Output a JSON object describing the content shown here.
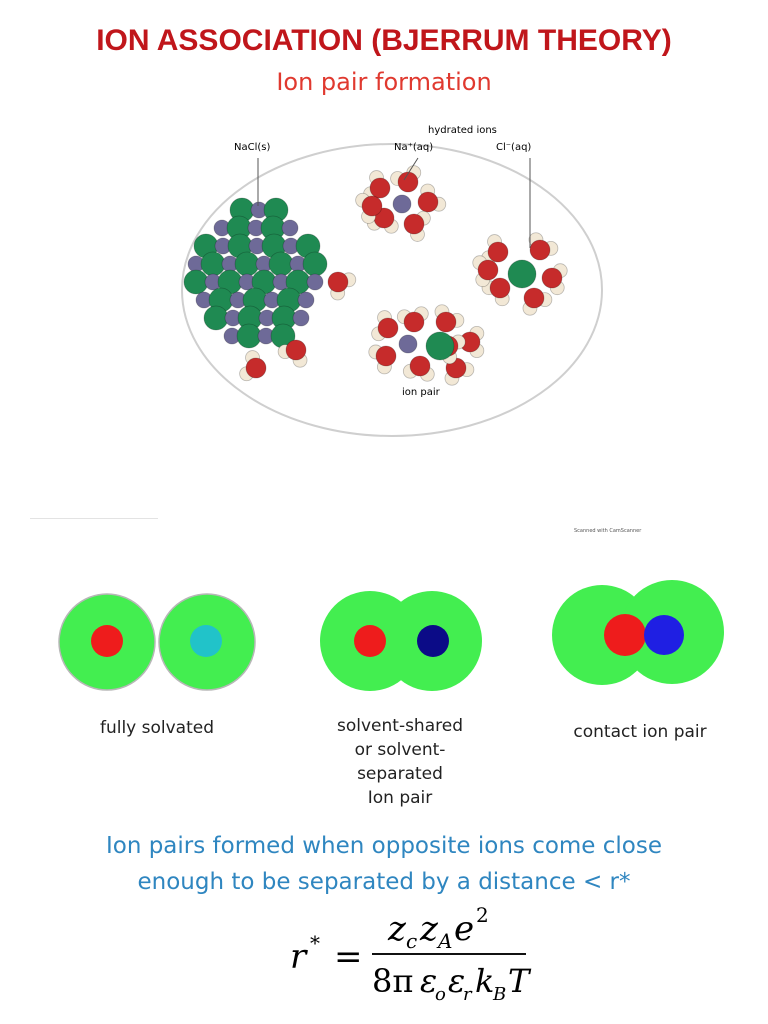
{
  "header": {
    "title": "ION ASSOCIATION (BJERRUM THEORY)",
    "subtitle": "Ion pair formation",
    "title_color": "#c0161b",
    "subtitle_color": "#e0392f"
  },
  "illustration": {
    "label_solid": "NaCl(s)",
    "label_hydrated": "hydrated ions",
    "label_na": "Na⁺(aq)",
    "label_cl": "Cl⁻(aq)",
    "label_pair": "ion pair"
  },
  "scan_note": "Scanned with CamScanner",
  "pairs": [
    {
      "caption_lines": [
        "fully solvated"
      ]
    },
    {
      "caption_lines": [
        "solvent-shared",
        "or solvent-",
        "separated",
        "Ion pair"
      ]
    },
    {
      "caption_lines": [
        "contact ion pair"
      ]
    }
  ],
  "colors": {
    "shell": "#43ee50",
    "shell_outline": "#b7b7b7",
    "cation": "#ee1c1c",
    "anion_cyan": "#21c3c9",
    "anion_navy": "#0b0b87",
    "anion_blue": "#1f1fe3",
    "water_o": "#c62b2b",
    "water_h": "#f2e8d6",
    "chloride": "#1f8a52",
    "sodium": "#6e6a98"
  },
  "statement": {
    "line1": "Ion pairs formed when opposite ions come close",
    "line2": "enough to be separated by a distance < r*",
    "color": "#2f86c0"
  },
  "formula": {
    "lhs": "r",
    "star": "*",
    "equals": "=",
    "numerator": {
      "z1": "z",
      "z1_sub": "c",
      "z2": "z",
      "z2_sub": "A",
      "e": "e",
      "e_sup": "2"
    },
    "denominator": {
      "coef": "8π",
      "eps0": "ε",
      "eps0_sub": "o",
      "epsr": "ε",
      "epsr_sub": "r",
      "k": "k",
      "k_sub": "B",
      "T": "T"
    }
  }
}
